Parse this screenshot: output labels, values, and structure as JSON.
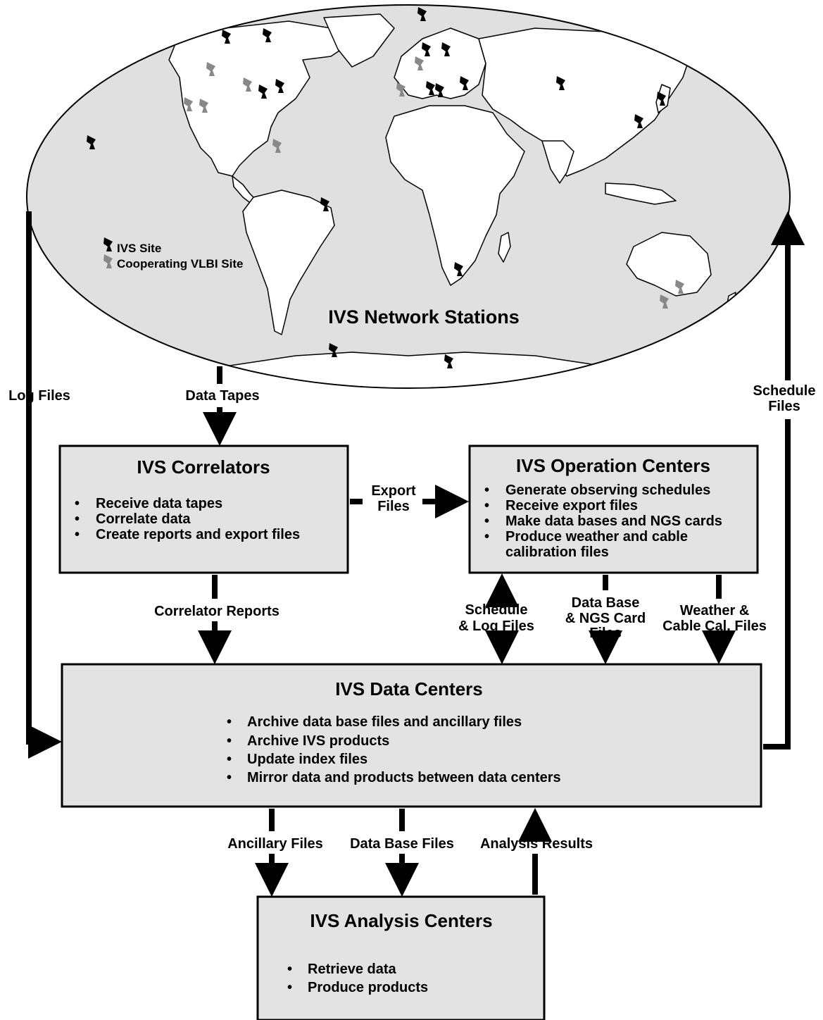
{
  "map": {
    "title": "IVS Network Stations",
    "legend": {
      "ivs_site": "IVS Site",
      "cooperating_site": "Cooperating VLBI Site",
      "ivs_site_color": "#000000",
      "cooperating_site_color": "#888888"
    },
    "ocean_color": "#e0e0e0",
    "land_color": "#ffffff"
  },
  "correlators": {
    "title": "IVS Correlators",
    "bullets": [
      "Receive data tapes",
      "Correlate data",
      "Create reports and export files"
    ]
  },
  "operation_centers": {
    "title": "IVS Operation Centers",
    "bullets": [
      "Generate observing schedules",
      "Receive export files",
      "Make data bases and NGS cards",
      "Produce weather and cable",
      "calibration files"
    ]
  },
  "data_centers": {
    "title": "IVS Data Centers",
    "bullets": [
      "Archive data base files and ancillary files",
      "Archive IVS products",
      "Update index files",
      "Mirror data and products between data centers"
    ]
  },
  "analysis_centers": {
    "title": "IVS Analysis Centers",
    "bullets": [
      "Retrieve data",
      "Produce products"
    ]
  },
  "flows": {
    "log_files": "Log Files",
    "data_tapes": "Data Tapes",
    "schedule_files": [
      "Schedule",
      "Files"
    ],
    "export_files": [
      "Export",
      "Files"
    ],
    "correlator_reports": "Correlator Reports",
    "schedule_log_files": [
      "Schedule",
      "& Log Files"
    ],
    "data_base_ngs": [
      "Data Base",
      "& NGS Card",
      "Files"
    ],
    "weather_cable": [
      "Weather &",
      "Cable Cal. Files"
    ],
    "ancillary_files": "Ancillary Files",
    "data_base_files": "Data Base Files",
    "analysis_results": "Analysis Results"
  },
  "box_fill": "#e3e3e3"
}
